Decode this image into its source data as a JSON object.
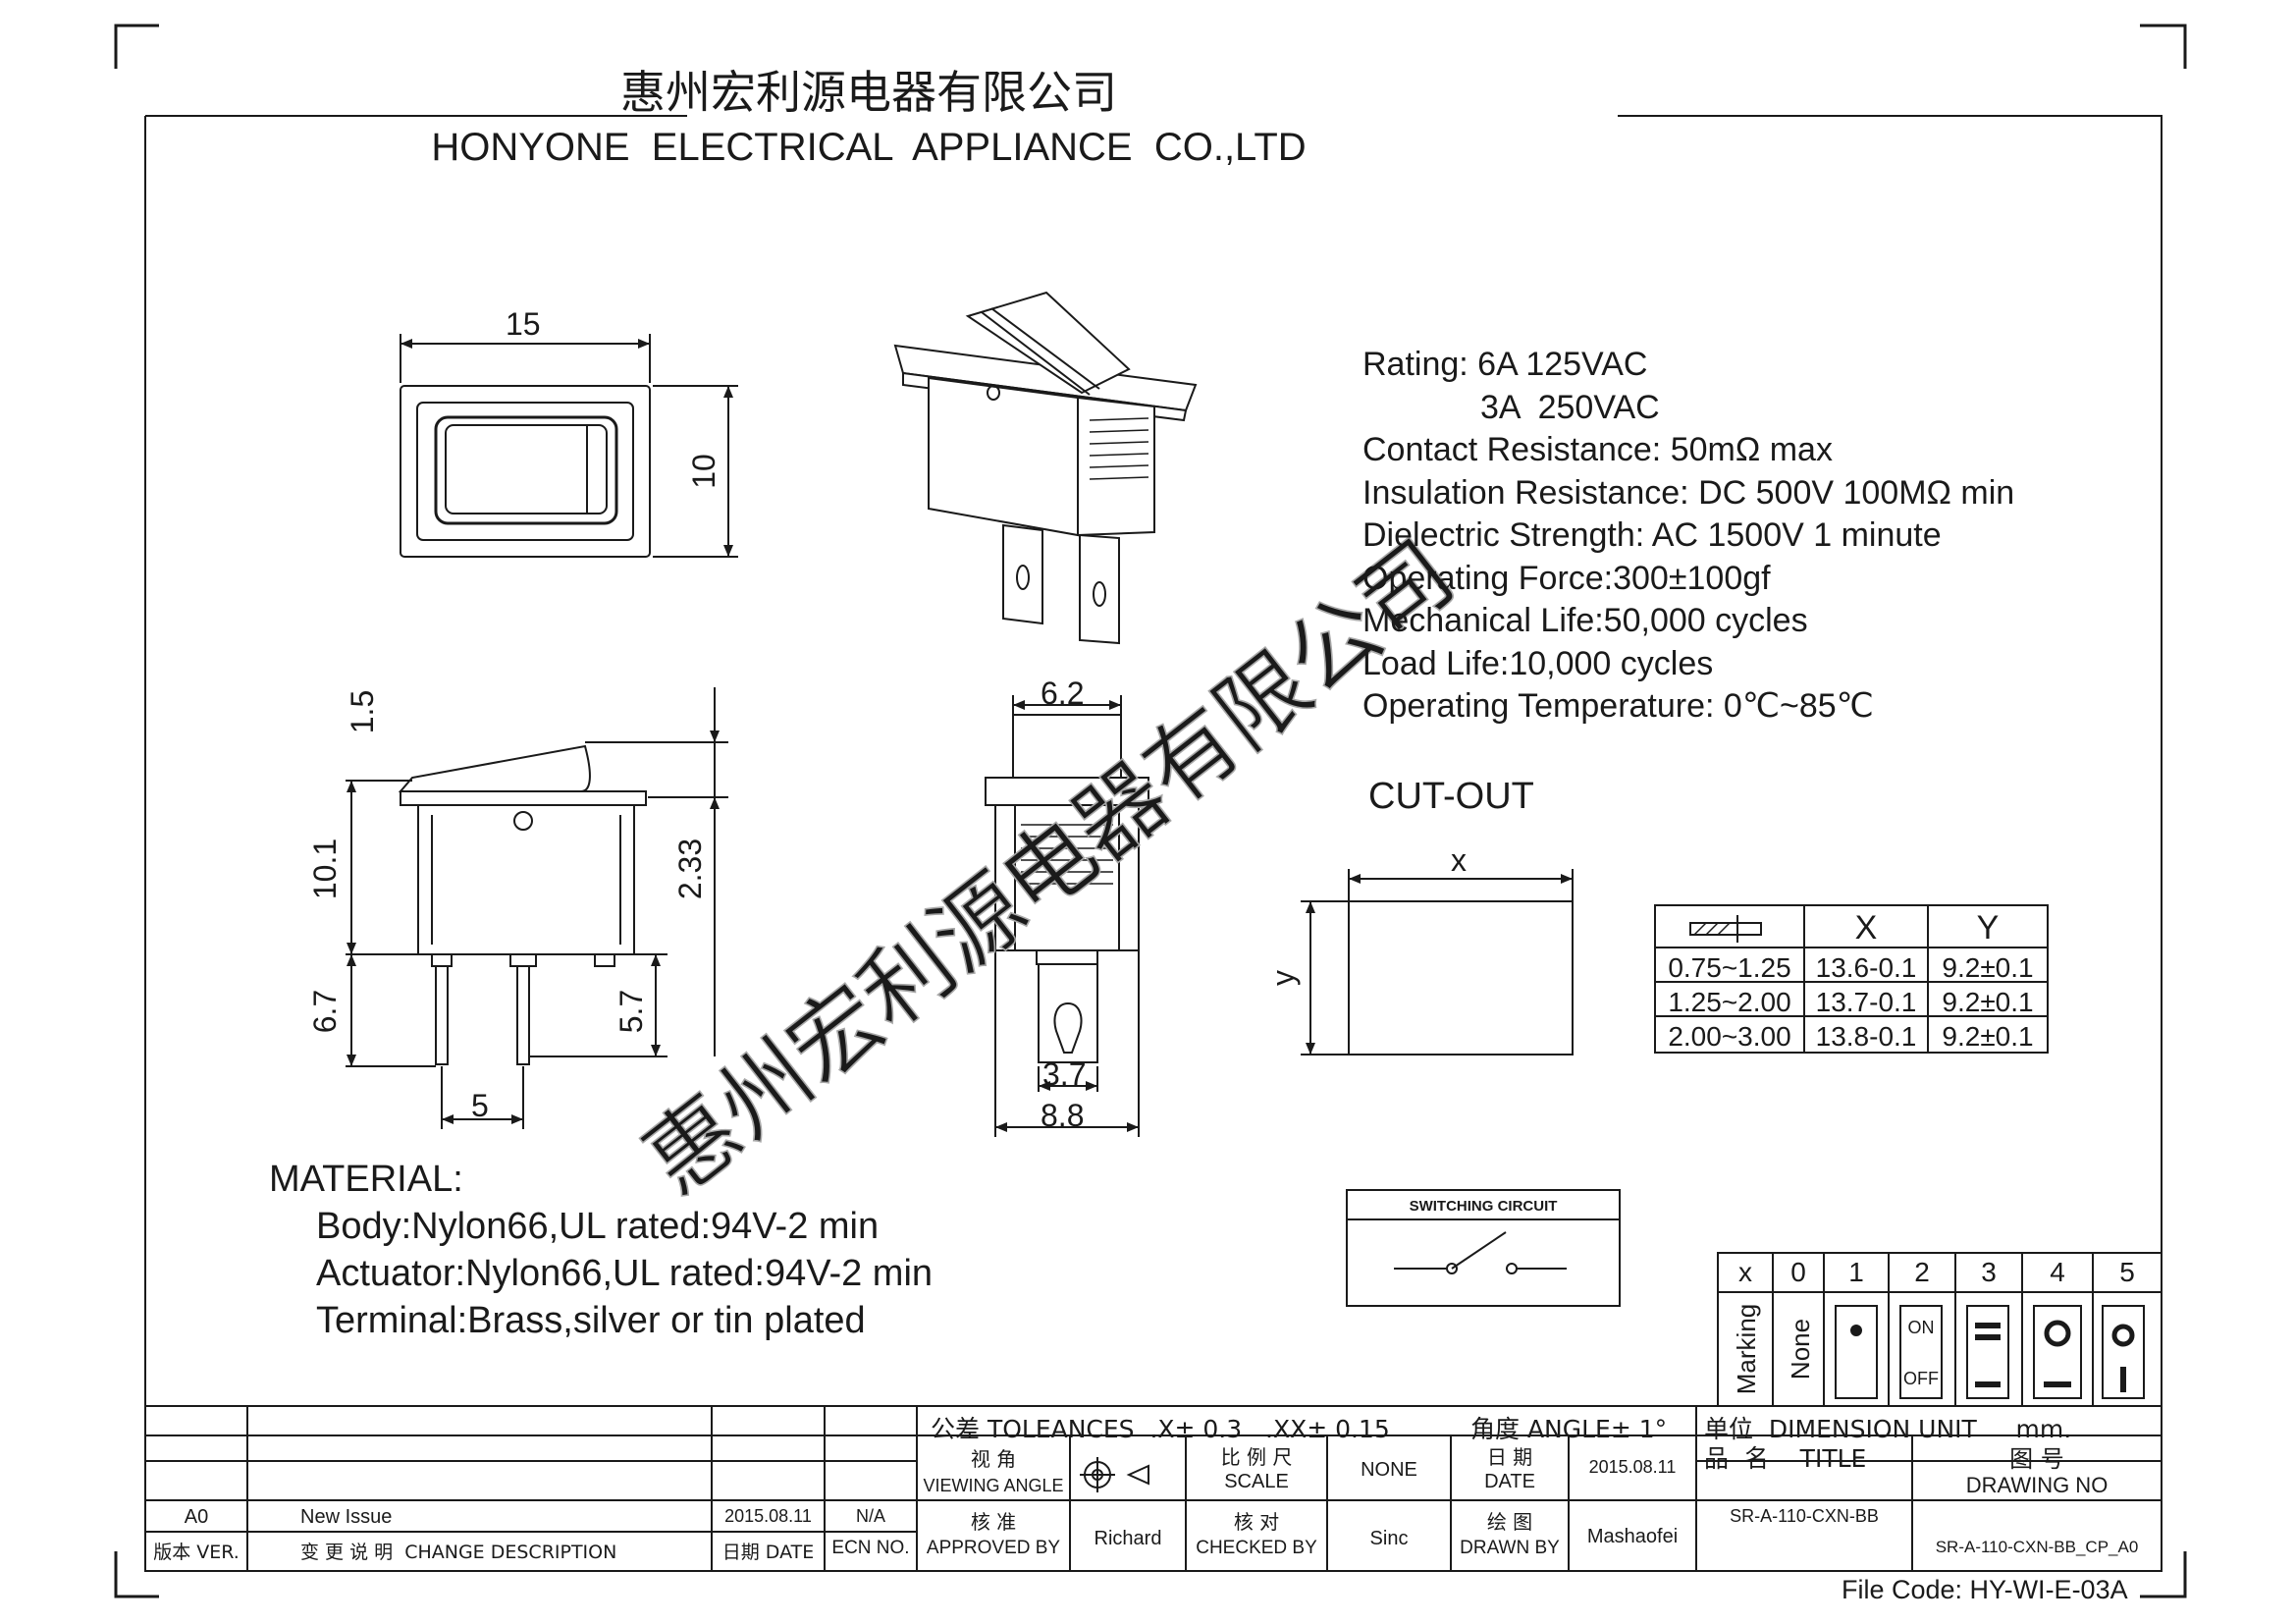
{
  "header": {
    "company_cn": "惠州宏利源电器有限公司",
    "company_en": "HONYONE  ELECTRICAL  APPLIANCE  CO.,LTD"
  },
  "watermark": "惠州宏利源电器有限公司",
  "dimensions": {
    "width_top": "15",
    "height_top": "10",
    "actuator_rise": "1.5",
    "body_height": "10.1",
    "overall_height": "2.33",
    "pin_length": "6.7",
    "pin_length_2": "5.7",
    "pin_spacing": "5",
    "end_top_width": "6.2",
    "terminal_width": "3.7",
    "end_width": "8.8"
  },
  "specs": [
    "Rating: 6A 125VAC",
    "3A  250VAC",
    "Contact Resistance: 50mΩ max",
    "Insulation Resistance: DC 500V 100MΩ min",
    "Dielectric Strength: AC 1500V 1 minute",
    "Operating Force:300±100gf",
    "Mechanical Life:50,000 cycles",
    "Load Life:10,000 cycles",
    "Operating Temperature: 0℃~85℃"
  ],
  "cutout": {
    "title": "CUT-OUT",
    "x_label": "x",
    "y_label": "y",
    "table": {
      "headers": [
        "",
        "X",
        "Y"
      ],
      "rows": [
        [
          "0.75~1.25",
          "13.6-0.1",
          "9.2±0.1"
        ],
        [
          "1.25~2.00",
          "13.7-0.1",
          "9.2±0.1"
        ],
        [
          "2.00~3.00",
          "13.8-0.1",
          "9.2±0.1"
        ]
      ]
    }
  },
  "material": {
    "title": "MATERIAL:",
    "lines": [
      "Body:Nylon66,UL rated:94V-2 min",
      "Actuator:Nylon66,UL rated:94V-2 min",
      "Terminal:Brass,silver or tin plated"
    ]
  },
  "switching_circuit": {
    "title": "SWITCHING CIRCUIT"
  },
  "marking": {
    "headers": [
      "x",
      "0",
      "1",
      "2",
      "3",
      "4",
      "5"
    ],
    "row_label": "Marking",
    "none_label": "None",
    "on_label": "ON",
    "off_label": "OFF"
  },
  "title_block": {
    "tolerances": "公差 TOLEANCES  .X± 0.3   .XX± 0.15",
    "angle": "角度 ANGLE± 1°",
    "unit": "单位  DIMENSION UNIT     mm.",
    "viewing_angle_cn": "视 角",
    "viewing_angle_en": "VIEWING ANGLE",
    "scale_cn": "比 例 尺",
    "scale_en": "SCALE",
    "scale_value": "NONE",
    "date_cn": "日 期",
    "date_en": "DATE",
    "date_value": "2015.08.11",
    "title_label": "品  名    TITLE",
    "drawing_no_cn": "图  号",
    "drawing_no_en": "DRAWING NO",
    "revision": "A0",
    "change_description": "New Issue",
    "revision_date": "2015.08.11",
    "ecn": "N/A",
    "approved_cn": "核 准",
    "approved_en": "APPROVED BY",
    "approved_value": "Richard",
    "checked_cn": "核 对",
    "checked_en": "CHECKED BY",
    "checked_value": "Sinc",
    "drawn_cn": "绘 图",
    "drawn_en": "DRAWN BY",
    "drawn_value": "Mashaofei",
    "title_value": "SR-A-110-CXN-BB",
    "drawing_no_value": "SR-A-110-CXN-BB_CP_A0",
    "col_ver": "版本 VER.",
    "col_change": "变 更 说 明  CHANGE DESCRIPTION",
    "col_date": "日期 DATE",
    "col_ecn": "ECN NO."
  },
  "file_code": "File Code: HY-WI-E-03A"
}
